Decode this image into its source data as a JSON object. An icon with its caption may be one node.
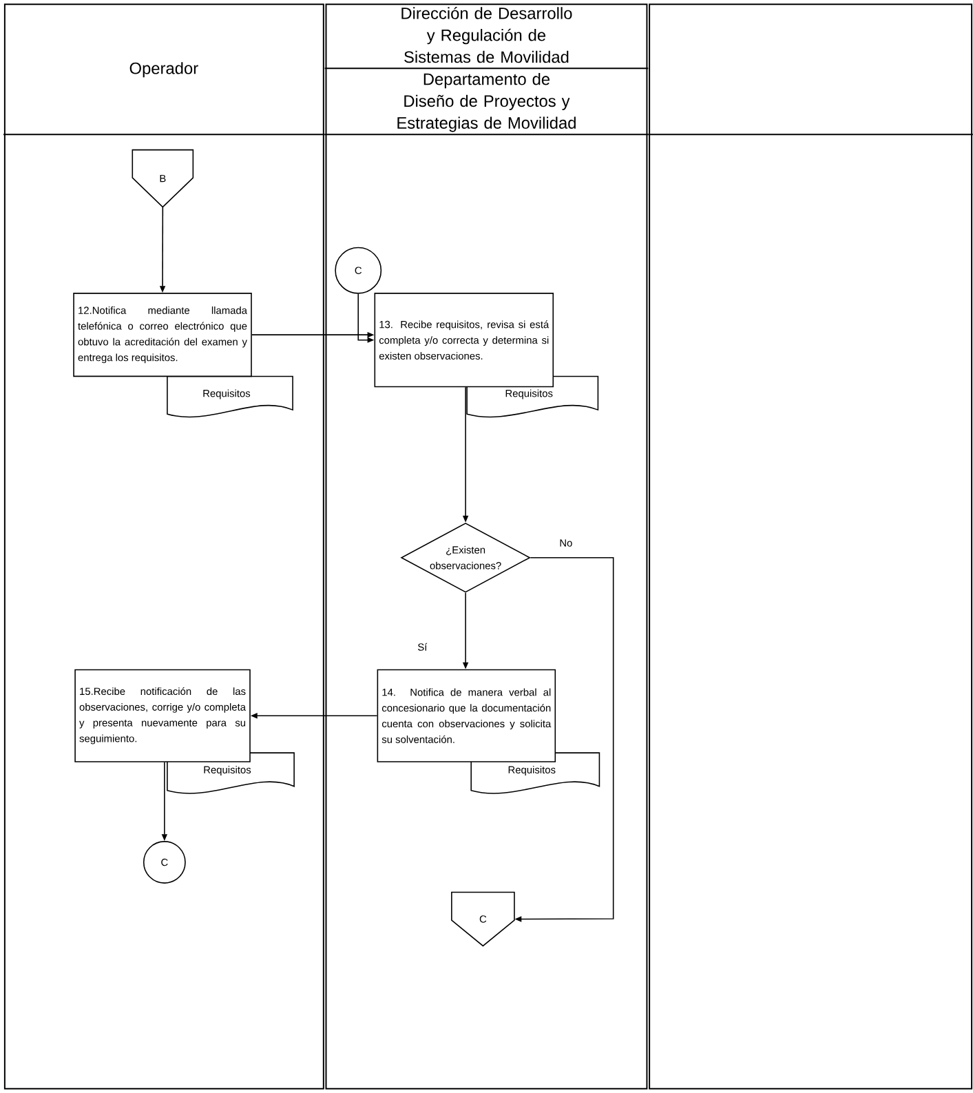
{
  "diagram": {
    "nodes": [
      {
        "text": [
          "Operador"
        ]
      },
      {
        "text": [
          "Dirección de Desarrollo y Regulación de Sistemas de Movilidad",
          "Departamento de Diseño de Proyectos y Estrategias de Movilidad"
        ]
      },
      {
        "text": [],
        "shape": "box"
      },
      {
        "text": [
          "B"
        ],
        "in": 0
      },
      {
        "text": [
          "12.Notifica mediante llamada telefónica o correo electrónico que obtuvo la acreditación del examen y entrega los requisitos."
        ],
        "in": 0
      },
      {
        "text": [
          "Requisitos"
        ],
        "in": 0
      },
      {
        "text": [
          "C"
        ],
        "in": 1
      },
      {
        "text": [
          "13. Recibe requisitos, revisa si está completa y/o correcta y determina si existen observaciones."
        ],
        "in": 1
      },
      {
        "text": [
          "Requisitos"
        ],
        "in": 1
      },
      {
        "text": [
          "¿Existen observaciones?"
        ],
        "in": 1
      },
      {
        "text": [
          "14. Notifica de manera verbal al concesionario que la documentación cuenta con observaciones y solicita su solventación."
        ],
        "in": 1
      },
      {
        "text": [
          "Requisitos"
        ],
        "in": 1
      },
      {
        "text": [
          "15.Recibe notificación de las observaciones, corrige y/o completa y presenta nuevamente para su seguimiento."
        ],
        "in": 0
      },
      {
        "text": [
          "Requisitos"
        ],
        "in": 0
      },
      {
        "text": [
          "C"
        ],
        "in": 0
      },
      {
        "text": [
          "C"
        ],
        "in": 1
      }
    ],
    "edges": [
      {
        "from": 3,
        "to": 4,
        "arrow": "to"
      },
      {
        "from": 4,
        "to": 7,
        "arrow": "to"
      },
      {
        "from": 6,
        "to": 7,
        "arrow": "to"
      },
      {
        "from": 7,
        "to": 9,
        "arrow": "to"
      },
      {
        "from": 9,
        "to": 10,
        "arrow": "to",
        "label": "Sí"
      },
      {
        "from": 9,
        "to": 15,
        "arrow": "to",
        "label": "No"
      },
      {
        "from": 10,
        "to": 12,
        "arrow": "to"
      },
      {
        "from": 12,
        "to": 14,
        "arrow": "to"
      }
    ]
  }
}
